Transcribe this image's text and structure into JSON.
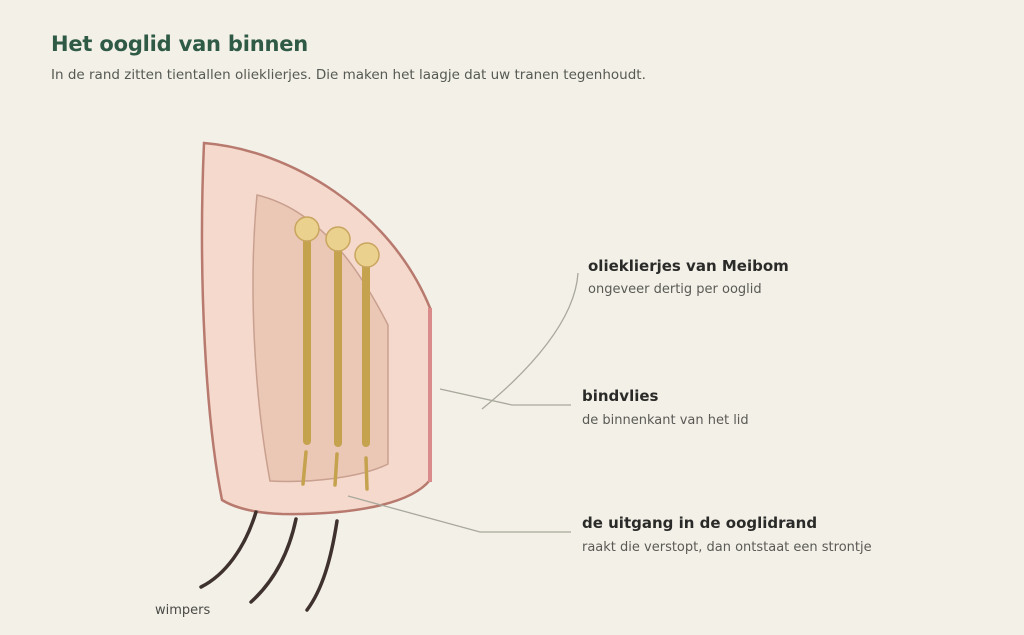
{
  "header": {
    "title": "Het ooglid van binnen",
    "subtitle": "In de rand zitten tientallen olieklierjes. Die maken het laagje dat uw tranen tegenhoudt."
  },
  "labels": {
    "meibom": {
      "title": "olieklierjes van Meibom",
      "sub": "ongeveer dertig per ooglid"
    },
    "bindvlies": {
      "title": "bindvlies",
      "sub": "de binnenkant van het lid"
    },
    "uitgang": {
      "title": "de uitgang in de ooglidrand",
      "sub": "raakt die verstopt, dan ontstaat een strontje"
    },
    "wimpers": "wimpers"
  },
  "colors": {
    "background": "#f3f0e8",
    "title": "#2f5a45",
    "lid_fill": "#f5d9cc",
    "lid_stroke": "#b87a6e",
    "tarsus_fill": "#ebc7b5",
    "conjunctiva": "#d98a8a",
    "gland": "#c4a24e",
    "gland_head": "#ead28e",
    "lash": "#3f322e",
    "leader": "#a8a89c"
  }
}
